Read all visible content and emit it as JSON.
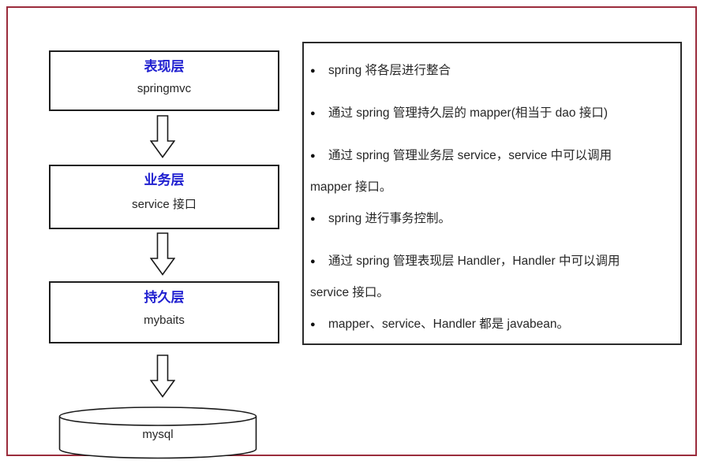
{
  "flow": {
    "boxes": [
      {
        "title": "表现层",
        "subtitle": "springmvc"
      },
      {
        "title": "业务层",
        "subtitle": "service 接口"
      },
      {
        "title": "持久层",
        "subtitle": "mybaits"
      }
    ],
    "database": {
      "label": "mysql"
    }
  },
  "notes": {
    "lines": [
      {
        "bullet": "●",
        "text": "spring 将各层进行整合"
      },
      {
        "bullet": "●",
        "text": "通过 spring 管理持久层的 mapper(相当于 dao 接口)"
      },
      {
        "bullet": "●",
        "text": "通过 spring 管理业务层 service，service 中可以调用"
      },
      {
        "bullet": "",
        "text": "mapper 接口。"
      },
      {
        "bullet": "●",
        "text": "spring 进行事务控制。"
      },
      {
        "bullet": "●",
        "text": "通过 spring 管理表现层 Handler，Handler 中可以调用"
      },
      {
        "bullet": "",
        "text": "service 接口。"
      },
      {
        "bullet": "●",
        "text": "mapper、service、Handler 都是 javabean。"
      }
    ]
  },
  "colors": {
    "frame_red": "#9B2C3C",
    "title_blue": "#2020D0",
    "box_border": "#1f1f1f",
    "text": "#262626"
  }
}
